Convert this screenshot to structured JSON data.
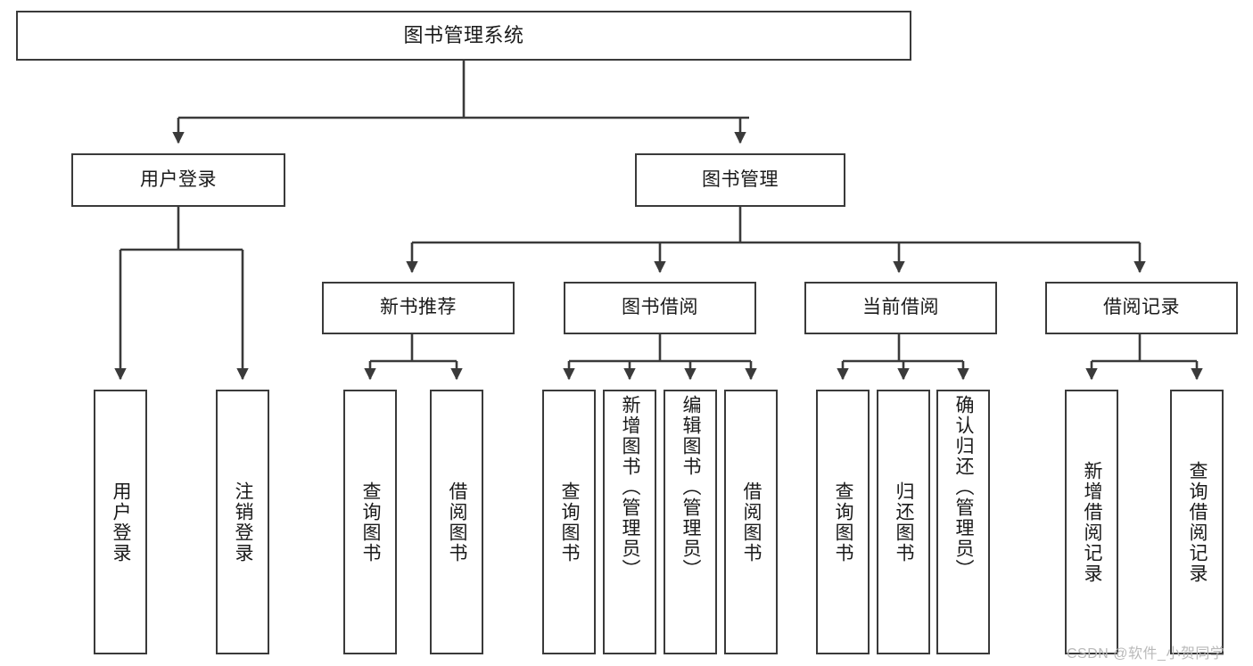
{
  "diagram": {
    "type": "tree-hierarchy",
    "title": "图书管理系统",
    "root": {
      "label": "图书管理系统"
    },
    "level2": [
      {
        "id": "user-login",
        "label": "用户登录"
      },
      {
        "id": "book-management",
        "label": "图书管理"
      }
    ],
    "level3": [
      {
        "id": "new-book-recommend",
        "label": "新书推荐",
        "parent": "book-management"
      },
      {
        "id": "book-borrow",
        "label": "图书借阅",
        "parent": "book-management"
      },
      {
        "id": "current-borrow",
        "label": "当前借阅",
        "parent": "book-management"
      },
      {
        "id": "borrow-record",
        "label": "借阅记录",
        "parent": "book-management"
      }
    ],
    "leaves": {
      "user_login": [
        {
          "id": "leaf-user-login",
          "label": "用户登录"
        },
        {
          "id": "leaf-logout",
          "label": "注销登录"
        }
      ],
      "new_book_recommend": [
        {
          "id": "leaf-query-book-1",
          "label": "查询图书"
        },
        {
          "id": "leaf-borrow-book-1",
          "label": "借阅图书"
        }
      ],
      "book_borrow": [
        {
          "id": "leaf-query-book-2",
          "label": "查询图书"
        },
        {
          "id": "leaf-add-book",
          "label": "新增图书（管理员）"
        },
        {
          "id": "leaf-edit-book",
          "label": "编辑图书（管理员）"
        },
        {
          "id": "leaf-borrow-book-2",
          "label": "借阅图书"
        }
      ],
      "current_borrow": [
        {
          "id": "leaf-query-book-3",
          "label": "查询图书"
        },
        {
          "id": "leaf-return-book",
          "label": "归还图书"
        },
        {
          "id": "leaf-confirm-return",
          "label": "确认归还（管理员）"
        }
      ],
      "borrow_record": [
        {
          "id": "leaf-add-record",
          "label": "新增借阅记录"
        },
        {
          "id": "leaf-query-record",
          "label": "查询借阅记录"
        }
      ]
    }
  },
  "watermark": {
    "text": "CSDN @软件_小贺同学"
  },
  "colors": {
    "stroke": "#3a3a3a",
    "box_fill": "#ffffff",
    "text": "#1a1a1a",
    "watermark": "#b9b9b9",
    "background": "#ffffff"
  }
}
